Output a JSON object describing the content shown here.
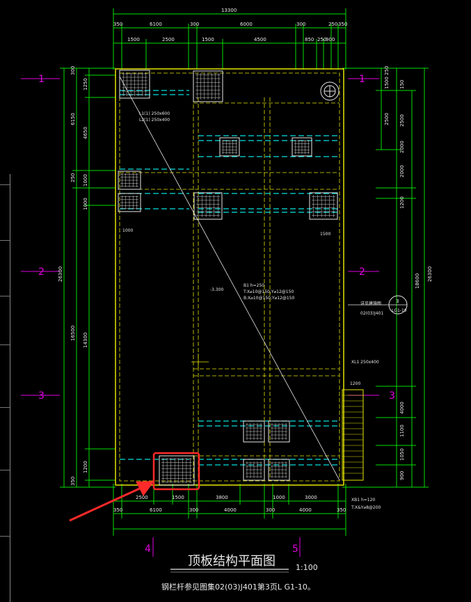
{
  "drawing": {
    "title": "顶板结构平面图",
    "scale": "1:100",
    "note": "钢栏杆参见图集02(03)J401第3页L G1-10。"
  },
  "dims": {
    "top_total": "13300",
    "top_row2": [
      "350",
      "6100",
      "300",
      "6000",
      "300",
      "250",
      "350"
    ],
    "top_row3": [
      "1500",
      "2500",
      "1500",
      "4500",
      "850",
      "250",
      "900"
    ],
    "bottom_row1": [
      "2500",
      "1500",
      "3800",
      "1000",
      "3000"
    ],
    "bottom_row2": [
      "350",
      "6100",
      "300",
      "4000",
      "300",
      "4000",
      "350"
    ],
    "left_outer": "26300",
    "left_mid": [
      "6150",
      "250",
      "16500"
    ],
    "left_inner": [
      "1250",
      "4650",
      "1000",
      "1000",
      "14300",
      "1200"
    ],
    "left_small": [
      "300",
      "350"
    ],
    "right_outer": "26300",
    "right_mid": "18600",
    "right_inner": [
      "150",
      "2500",
      "2000",
      "2000",
      "1200",
      "4000",
      "1100",
      "1050",
      "900"
    ],
    "right_small": [
      "2500",
      "1500",
      "250"
    ]
  },
  "axes": {
    "left": [
      "1",
      "2",
      "3"
    ],
    "right": [
      "1",
      "2",
      "3"
    ],
    "bottom": [
      "4",
      "5"
    ]
  },
  "labels": {
    "slab_name": "B1 h=250",
    "slab_t": "T:X⌀10@150;Y⌀12@150",
    "slab_b": "B:X⌀10@150;Y⌀12@150",
    "slab_elev": "-3.300",
    "beam_1": "L1(1) 250x600",
    "beam_2": "L2(1) 250x400",
    "xl_label": "XL1 250x400",
    "xb_label": "XB1 h=120",
    "xb_rebar": "T:X&Y⌀8@200",
    "note_right": "详见建施图",
    "ref_right": "02(03)J401",
    "detail_num": "3",
    "detail_ref": "LG1-10",
    "dim_1200": "1200",
    "dim_1500": "1500",
    "dim_1000": "1000"
  },
  "colors": {
    "outline": "#e6e600",
    "dimension": "#00e000",
    "axis": "#e000e0",
    "beam": "#00e0e0",
    "highlight": "#ff2a2a",
    "text": "#e8e8e8"
  }
}
